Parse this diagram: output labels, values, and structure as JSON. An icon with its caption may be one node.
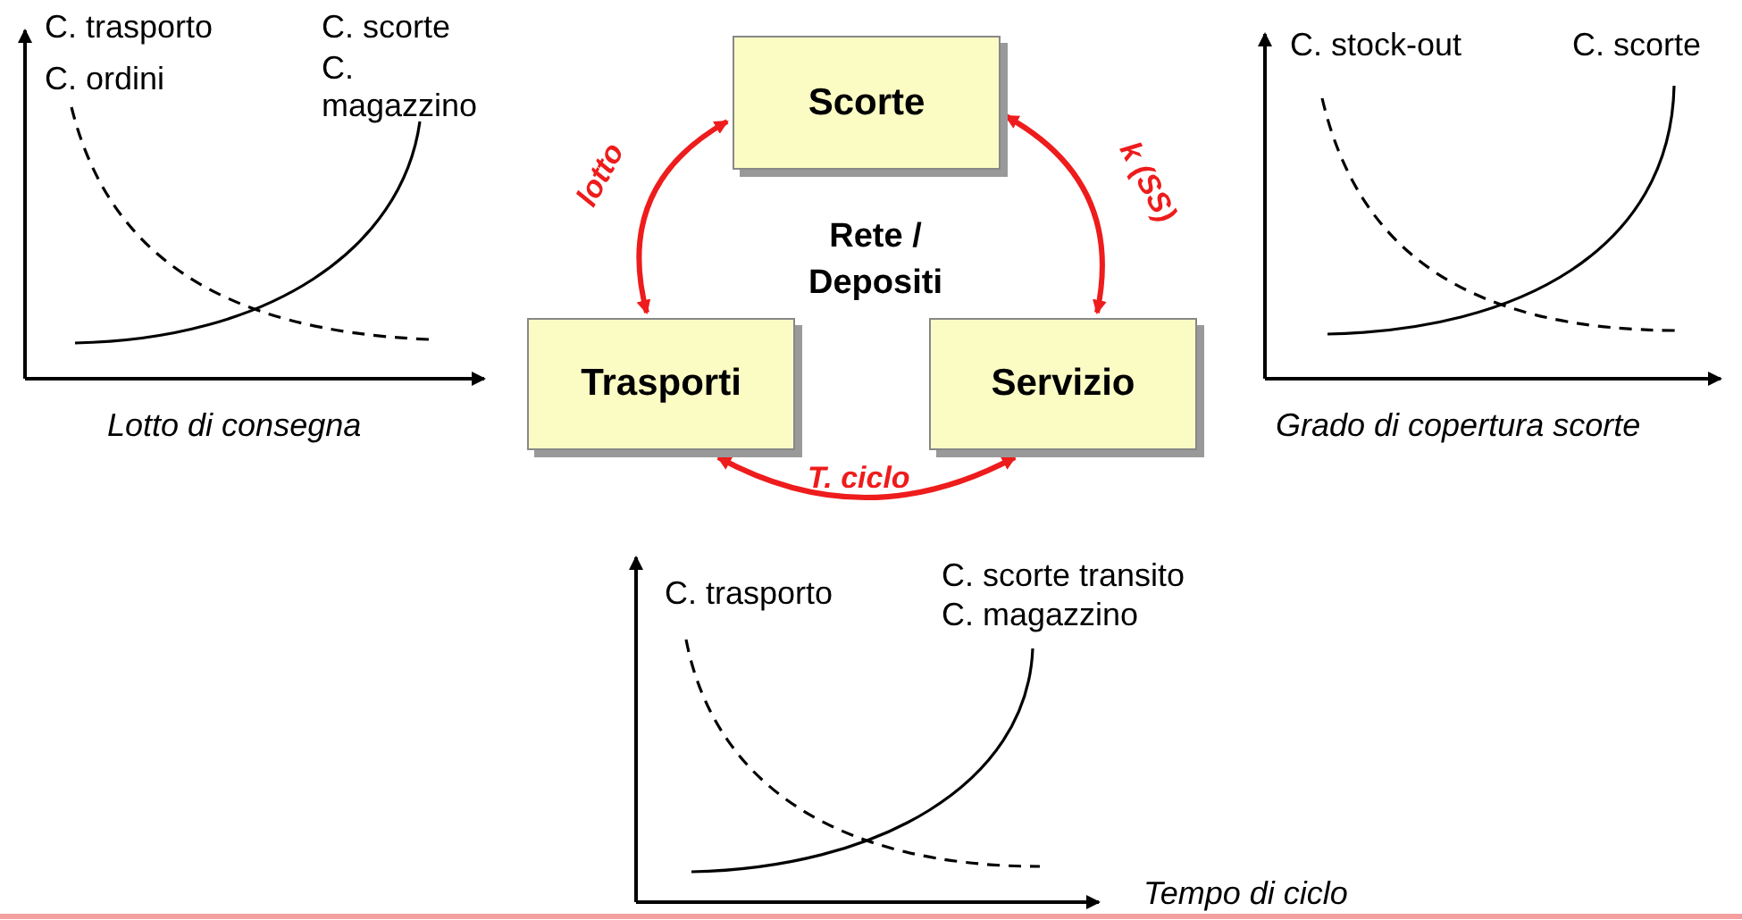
{
  "diagram": {
    "nodes": [
      {
        "text": [
          "Scorte"
        ]
      },
      {
        "text": [
          "Trasporti"
        ]
      },
      {
        "text": [
          "Servizio"
        ]
      }
    ],
    "edges": [
      {
        "from": 1,
        "to": 0,
        "arrow": "both",
        "label": "lotto"
      },
      {
        "from": 0,
        "to": 2,
        "arrow": "both",
        "label": "k (SS)"
      },
      {
        "from": 1,
        "to": 2,
        "arrow": "both",
        "label": "T. ciclo"
      }
    ],
    "labels": [
      "C. trasporto",
      "C. ordini",
      "C. scorte",
      "C. magazzino",
      "Lotto di consegna",
      "Rete / Depositi",
      "C. stock-out",
      "C. scorte",
      "Grado di copertura scorte",
      "C. trasporto",
      "C. scorte transito",
      "C. magazzino",
      "Tempo di ciclo"
    ]
  }
}
